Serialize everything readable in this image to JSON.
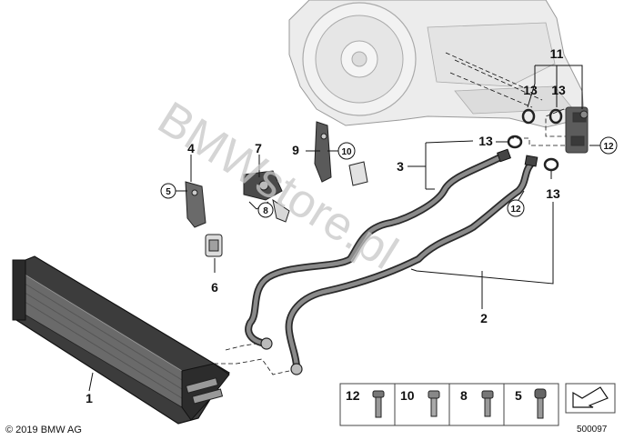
{
  "labels": {
    "1": "1",
    "2": "2",
    "3": "3",
    "4": "4",
    "5": "5",
    "6": "6",
    "7": "7",
    "8": "8",
    "9": "9",
    "10": "10",
    "11": "11",
    "12": "12",
    "13": "13"
  },
  "legend": [
    {
      "number": "12"
    },
    {
      "number": "10"
    },
    {
      "number": "8"
    },
    {
      "number": "5"
    }
  ],
  "copyright": "© 2019 BMW AG",
  "reference_number": "500097",
  "watermark": "BMWstore.pl"
}
